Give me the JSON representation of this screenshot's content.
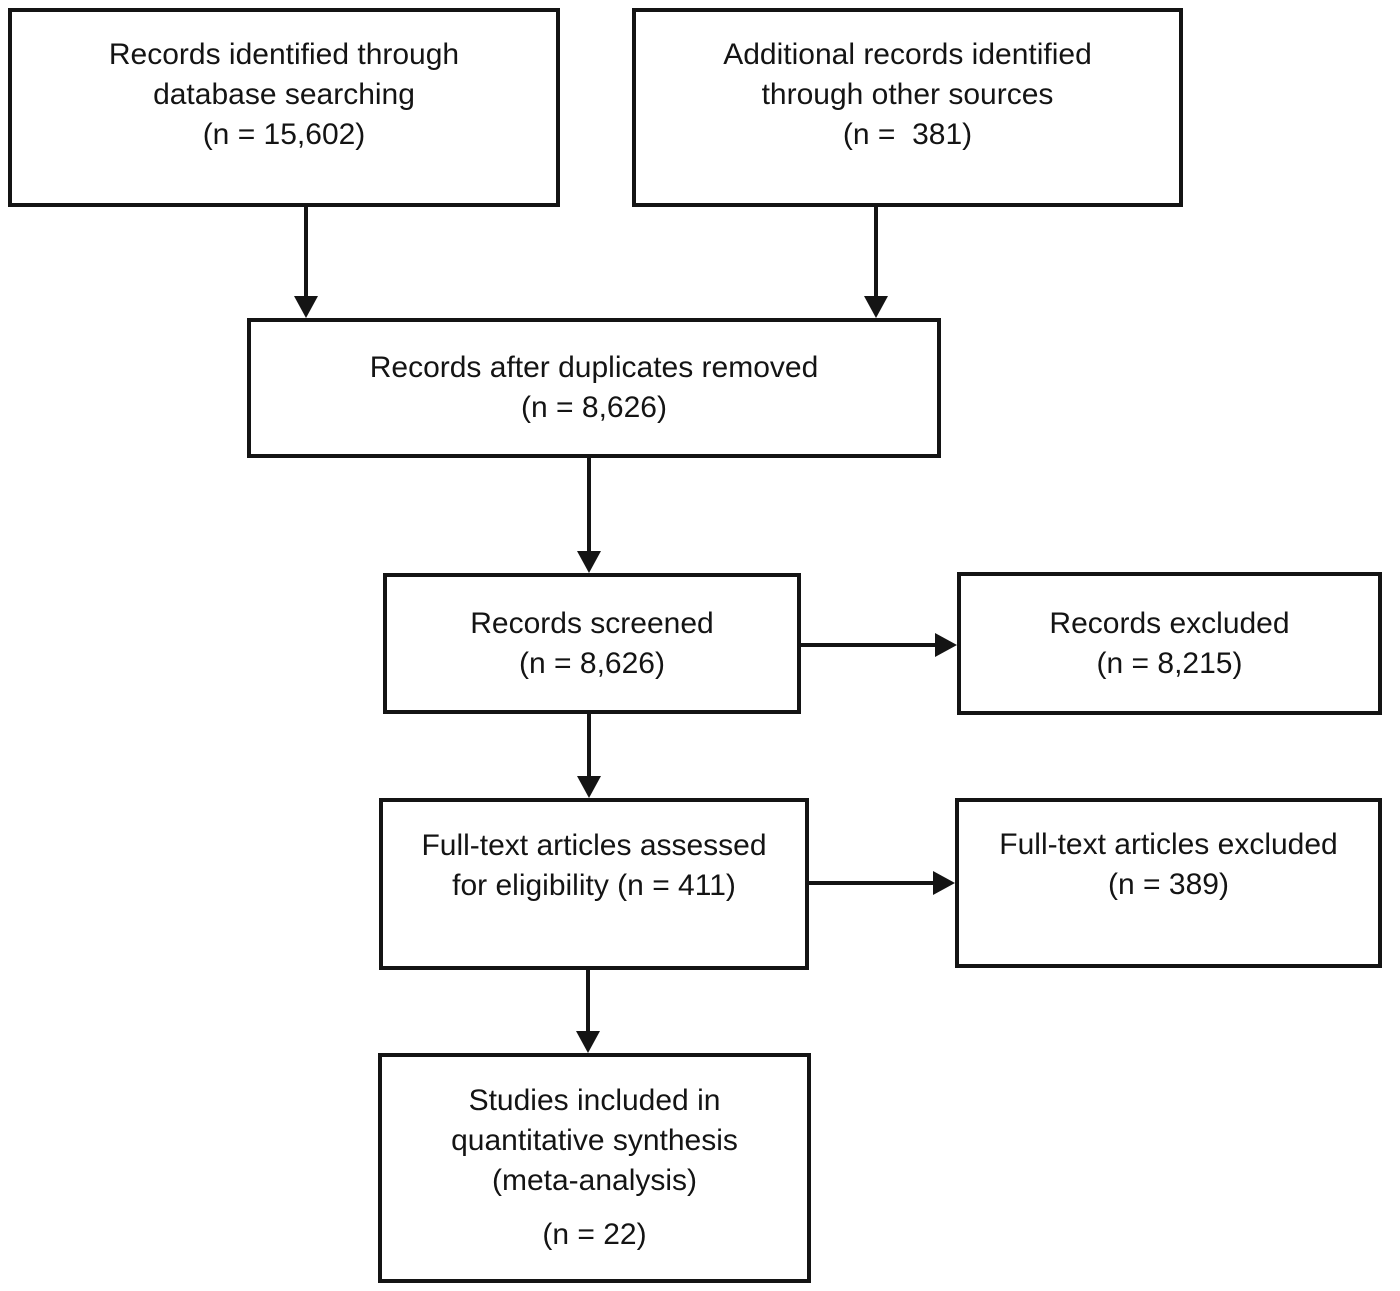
{
  "style": {
    "line_color": "#141414",
    "background_color": "#ffffff"
  },
  "diagram": {
    "type": "flowchart",
    "boxes": {
      "identified_database": {
        "lines": [
          "Records identified through",
          "database searching",
          "(n = 15,602)"
        ]
      },
      "identified_other": {
        "lines": [
          "Additional records identified",
          "through other sources",
          "(n =  381)"
        ]
      },
      "after_duplicates": {
        "lines": [
          "Records after duplicates removed",
          "(n = 8,626)"
        ]
      },
      "screened": {
        "lines": [
          "Records screened",
          "(n = 8,626)"
        ]
      },
      "records_excluded": {
        "lines": [
          "Records excluded",
          "(n = 8,215)"
        ]
      },
      "fulltext_assessed": {
        "lines": [
          "Full-text articles assessed",
          "for eligibility (n = 411)"
        ]
      },
      "fulltext_excluded": {
        "lines": [
          "Full-text articles excluded",
          "(n = 389)"
        ]
      },
      "included": {
        "lines": [
          "Studies included in",
          "quantitative synthesis",
          "(meta-analysis)",
          "(n = 22)"
        ]
      }
    }
  }
}
